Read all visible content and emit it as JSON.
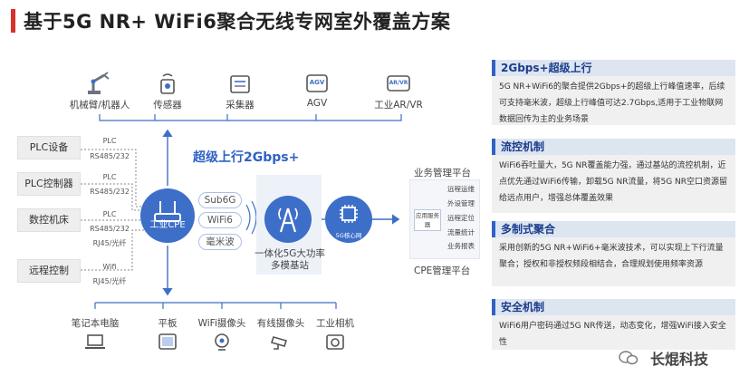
{
  "title": "基于5G NR+ WiFi6聚合无线专网室外覆盖方案",
  "top_devices": [
    {
      "label": "机械臂/机器人",
      "icon": "robot-arm-icon"
    },
    {
      "label": "传感器",
      "icon": "sensor-icon"
    },
    {
      "label": "采集器",
      "icon": "collector-icon"
    },
    {
      "label": "AGV",
      "icon": "agv-icon",
      "badge": "AGV"
    },
    {
      "label": "工业AR/VR",
      "icon": "ar-vr-icon",
      "badge": "AR/VR"
    }
  ],
  "left_devices": [
    {
      "label": "PLC设备",
      "links": [
        "PLC",
        "RS485/232"
      ]
    },
    {
      "label": "PLC控制器",
      "links": [
        "PLC",
        "RS485/232"
      ]
    },
    {
      "label": "数控机床",
      "links": [
        "PLC",
        "RS485/232",
        "RJ45/光纤"
      ]
    },
    {
      "label": "远程控制",
      "links": [
        "Wifi",
        "RJ45/光纤"
      ]
    }
  ],
  "cpe_label": "工业CPE",
  "uplink_label": "超级上行2Gbps+",
  "bands": [
    "Sub6G",
    "WiFi6",
    "毫米波"
  ],
  "base_station": {
    "line1": "一体化5G大功率",
    "line2": "多模基站"
  },
  "core_label": "5G核心网",
  "business": {
    "title": "业务管理平台",
    "server": "应用服务器",
    "items": [
      "远程运维",
      "外设管理",
      "远程定位",
      "流量统计",
      "业务报表"
    ],
    "cpe_platform": "CPE管理平台"
  },
  "bottom_devices": [
    {
      "label": "笔记本电脑",
      "icon": "laptop-icon"
    },
    {
      "label": "平板",
      "icon": "tablet-icon"
    },
    {
      "label": "WiFi摄像头",
      "icon": "wifi-camera-icon"
    },
    {
      "label": "有线摄像头",
      "icon": "cctv-camera-icon"
    },
    {
      "label": "工业相机",
      "icon": "industrial-camera-icon"
    }
  ],
  "panels": [
    {
      "title": "2Gbps+超级上行",
      "body": "5G NR+WiFi6的聚合提供2Gbps+的超级上行峰值速率，后续可支持毫米波，超级上行峰值可达2.7Gbps,适用于工业物联网数据回传为主的业务场景"
    },
    {
      "title": "流控机制",
      "body": "WiFi6吞吐量大，5G NR覆盖能力强，通过基站的流控机制，近点优先通过WiFi6传输，卸载5G NR流量，将5G NR空口资源留给远点用户，增强总体覆盖效果"
    },
    {
      "title": "多制式聚合",
      "body": "采用创新的5G NR+WiFi6+毫米波技术，可以实现上下行流量聚合；授权和非授权频段相结合，合理规划使用频率资源"
    },
    {
      "title": "安全机制",
      "body": "WiFi6用户密码通过5G NR传送，动态变化，增强WiFi接入安全性"
    }
  ],
  "watermark": "长焜科技",
  "colors": {
    "accent_red": "#d9302c",
    "primary_blue": "#3d6fc8",
    "header_blue": "#2f62c4",
    "panel_bg": "#f0f0f0"
  }
}
